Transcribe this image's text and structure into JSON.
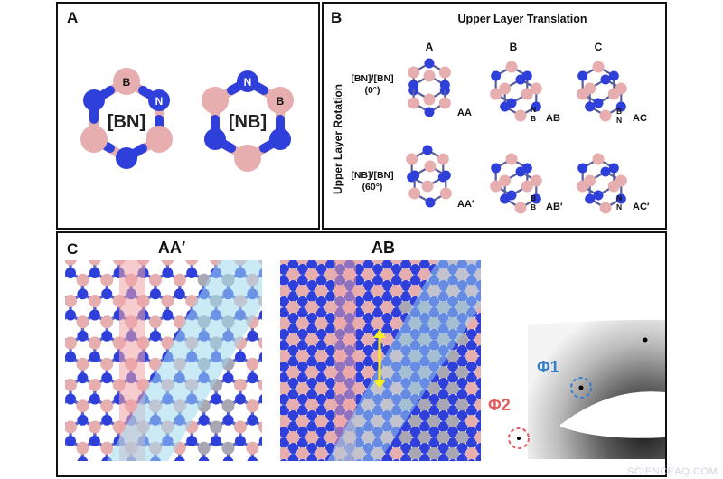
{
  "panel_a": {
    "label": "A",
    "rings": [
      {
        "center_text": "[BN]",
        "atom_b": "B",
        "atom_n": "N"
      },
      {
        "center_text": "[NB]",
        "atom_b": "B",
        "atom_n": "N"
      }
    ]
  },
  "panel_b": {
    "label": "B",
    "title": "Upper Layer Translation",
    "axis_label": "Upper Layer Rotation",
    "columns": [
      "A",
      "B",
      "C"
    ],
    "rows": [
      {
        "label_line1": "[BN]/[BN]",
        "label_line2": "(0°)",
        "cells": [
          {
            "stacking": "AA"
          },
          {
            "stacking": "AB",
            "n_top": "N",
            "n_bottom": "B"
          },
          {
            "stacking": "AC",
            "n_top": "B",
            "n_bottom": "N"
          }
        ]
      },
      {
        "label_line1": "[NB]/[BN]",
        "label_line2": "(60°)",
        "cells": [
          {
            "stacking": "AA′"
          },
          {
            "stacking": "AB′",
            "n_top": "B",
            "n_bottom": "B"
          },
          {
            "stacking": "AC′",
            "n_top": "N",
            "n_bottom": "N"
          }
        ]
      }
    ]
  },
  "panel_c": {
    "label": "C",
    "lattice_titles": [
      "AA′",
      "AB"
    ],
    "diffraction_labels": [
      "Φ1",
      "Φ2"
    ]
  },
  "watermark": "SCIENCEAQ.COM",
  "colors": {
    "boron": "#e7aeb0",
    "nitrogen": "#2f3fd9",
    "gray_atom": "#a9a7b4",
    "red_band": "#f0a3a6",
    "blue_band": "#9fd8ee",
    "phi1": "#2f7fd0",
    "phi2": "#e25a5a"
  }
}
